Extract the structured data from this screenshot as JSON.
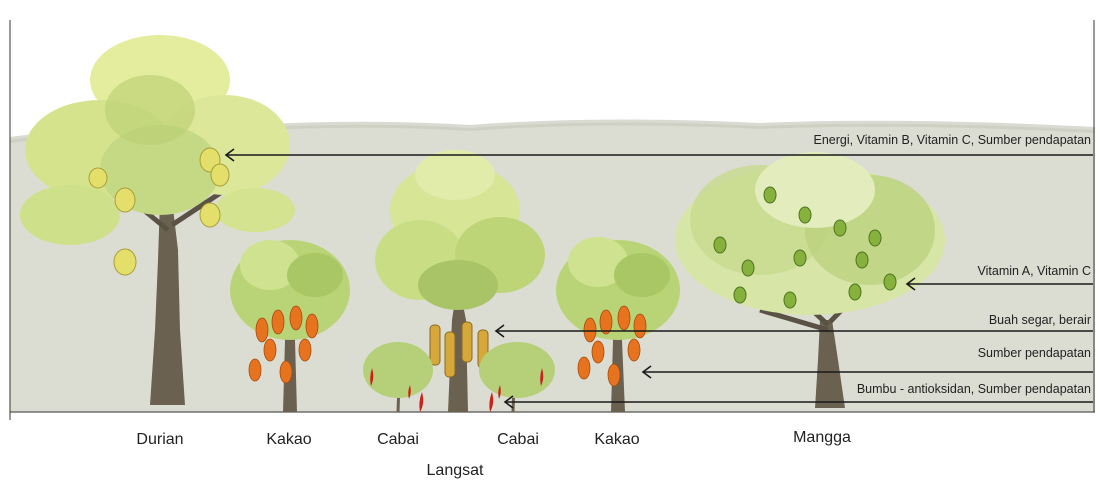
{
  "annotations": [
    {
      "id": "energi",
      "text": "Energi, Vitamin B, Vitamin C, Sumber pendapatan"
    },
    {
      "id": "vitamin",
      "text": "Vitamin A, Vitamin C"
    },
    {
      "id": "buah",
      "text": "Buah segar, berair"
    },
    {
      "id": "sumber",
      "text": "Sumber pendapatan"
    },
    {
      "id": "bumbu",
      "text": "Bumbu - antioksidan, Sumber pendapatan"
    }
  ],
  "plants": [
    {
      "id": "durian",
      "label": "Durian"
    },
    {
      "id": "kakao1",
      "label": "Kakao"
    },
    {
      "id": "cabai1",
      "label": "Cabai"
    },
    {
      "id": "cabai2",
      "label": "Cabai"
    },
    {
      "id": "kakao2",
      "label": "Kakao"
    },
    {
      "id": "mangga",
      "label": "Mangga"
    },
    {
      "id": "langsat",
      "label": "Langsat"
    }
  ],
  "colors": {
    "band": "#dcddd2",
    "foliage_light": "#d8e79a",
    "foliage_dark": "#8fae4a",
    "trunk": "#6b6150",
    "cacao_pod": "#e8731f",
    "chili": "#c8221a",
    "mango_fruit": "#86b13c",
    "langsat_fruit": "#d6a73a",
    "line": "#1a1a1a"
  }
}
